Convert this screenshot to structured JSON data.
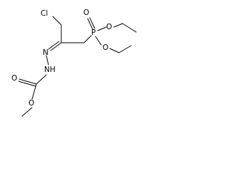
{
  "molecule": {
    "atoms": {
      "chlorine": "Cl",
      "phosphorus": "P",
      "phosphoryl_oxygen": "O",
      "ester_oxygen_upper": "O",
      "ester_oxygen_lower": "O",
      "hydrazone_nitrogen": "N",
      "nh_group": "NH",
      "carbonyl_oxygen": "O",
      "methoxy_oxygen": "O"
    }
  }
}
